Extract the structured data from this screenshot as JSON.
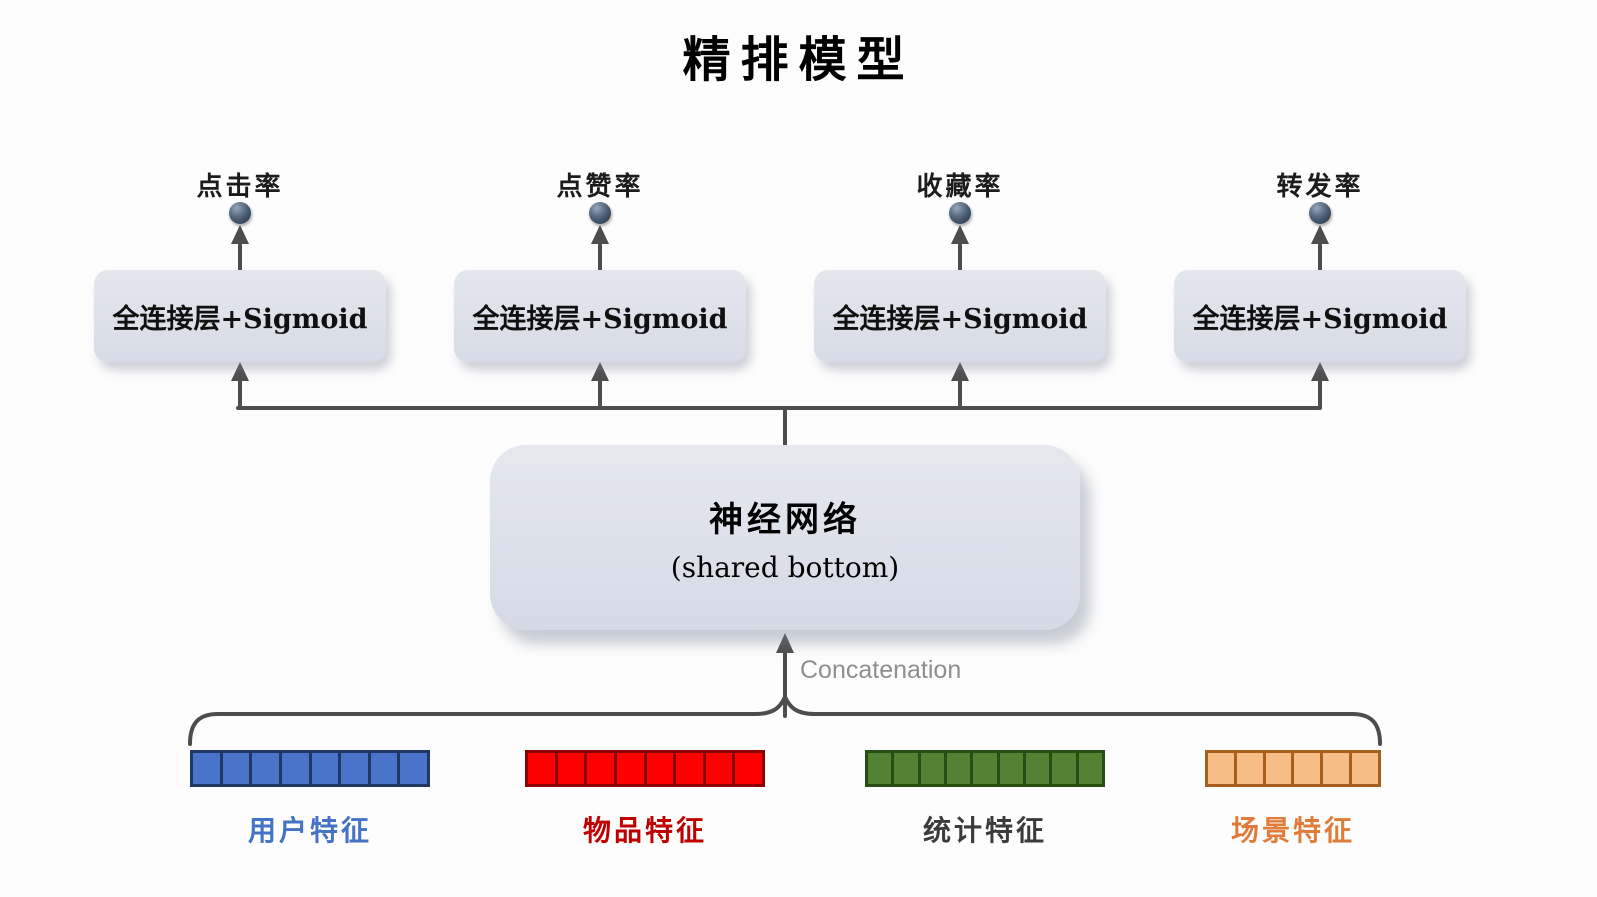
{
  "title": "精排模型",
  "outputs": [
    {
      "label": "点击率"
    },
    {
      "label": "点赞率"
    },
    {
      "label": "收藏率"
    },
    {
      "label": "转发率"
    }
  ],
  "towers": [
    {
      "label": "全连接层+Sigmoid"
    },
    {
      "label": "全连接层+Sigmoid"
    },
    {
      "label": "全连接层+Sigmoid"
    },
    {
      "label": "全连接层+Sigmoid"
    }
  ],
  "shared_bottom": {
    "title": "神经网络",
    "subtitle": "(shared bottom)"
  },
  "concat_label": "Concatenation",
  "features": [
    {
      "label": "用户特征",
      "cells": 8,
      "fill": "#4a74c9",
      "border": "#1f3864",
      "label_color": "#4472c4"
    },
    {
      "label": "物品特征",
      "cells": 8,
      "fill": "#fe0000",
      "border": "#8b0000",
      "label_color": "#c00000"
    },
    {
      "label": "统计特征",
      "cells": 9,
      "fill": "#548235",
      "border": "#274e13",
      "label_color": "#3b3b3b"
    },
    {
      "label": "场景特征",
      "cells": 6,
      "fill": "#f6bd87",
      "border": "#a85f1e",
      "label_color": "#e07b39"
    }
  ],
  "colors": {
    "arrow": "#4d4d4d",
    "box_fill": "#dadde7",
    "node_dot": "#2e3f50"
  }
}
